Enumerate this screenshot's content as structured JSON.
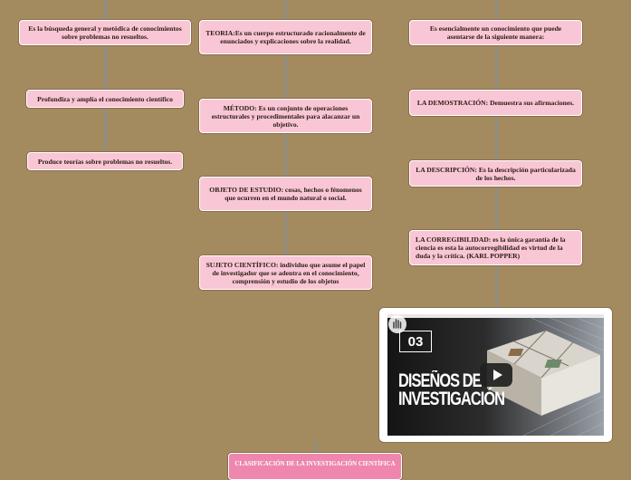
{
  "nodes": {
    "left_1": "Es la búsqueda general y metódica de conocimientos sobre problemas no resueltos.",
    "left_2": "Profundiza y amplía el conocimiento científico",
    "left_3": "Produce teorías sobre problemas no resueltos.",
    "mid_1": "TEORIA:Es un cuerpo estructurado racionalmente de enunciados y explicaciones sobre la realidad.",
    "mid_2": "MÉTODO: Es un conjunto de operaciones estructurales y procedimentales para alacanzar un objetivo.",
    "mid_3": "OBJETO DE ESTUDIO: cosas, hechos o fénomenos que ocurren en el mundo natural o social.",
    "mid_4": "SUJETO CIENTÍFICO: individuo que asume el papel de investigador que se adentra en el conocimiento, comprensión y estudio de los objetos",
    "right_1": "Es esencialmente un conocimiento que puede asentarse de la siguiente manera:",
    "right_2": "LA DEMOSTRACIÓN: Demuestra sus afirmaciones.",
    "right_3": "LA DESCRIPCIÓN: Es la descripción particularizada de los hechos.",
    "right_4": "LA CORREGIBILIDAD: es la única garantía de la ciencia es esta la autocorregibilidad es virtud de la duda y la crítica. (KARL POPPER)",
    "bottom": "CLASIFICACIÓN DE LA INVESTIGACIÓN CIENTÍFICA"
  },
  "video": {
    "badge": "03",
    "title_line1": "DISEÑOS DE",
    "title_line2": "INVESTIGACIÓN"
  },
  "colors": {
    "background": "#a48a5f",
    "node_fill": "#f9c6d6",
    "bottom_node_fill": "#ee86ae",
    "connector": "#8f8e88"
  }
}
